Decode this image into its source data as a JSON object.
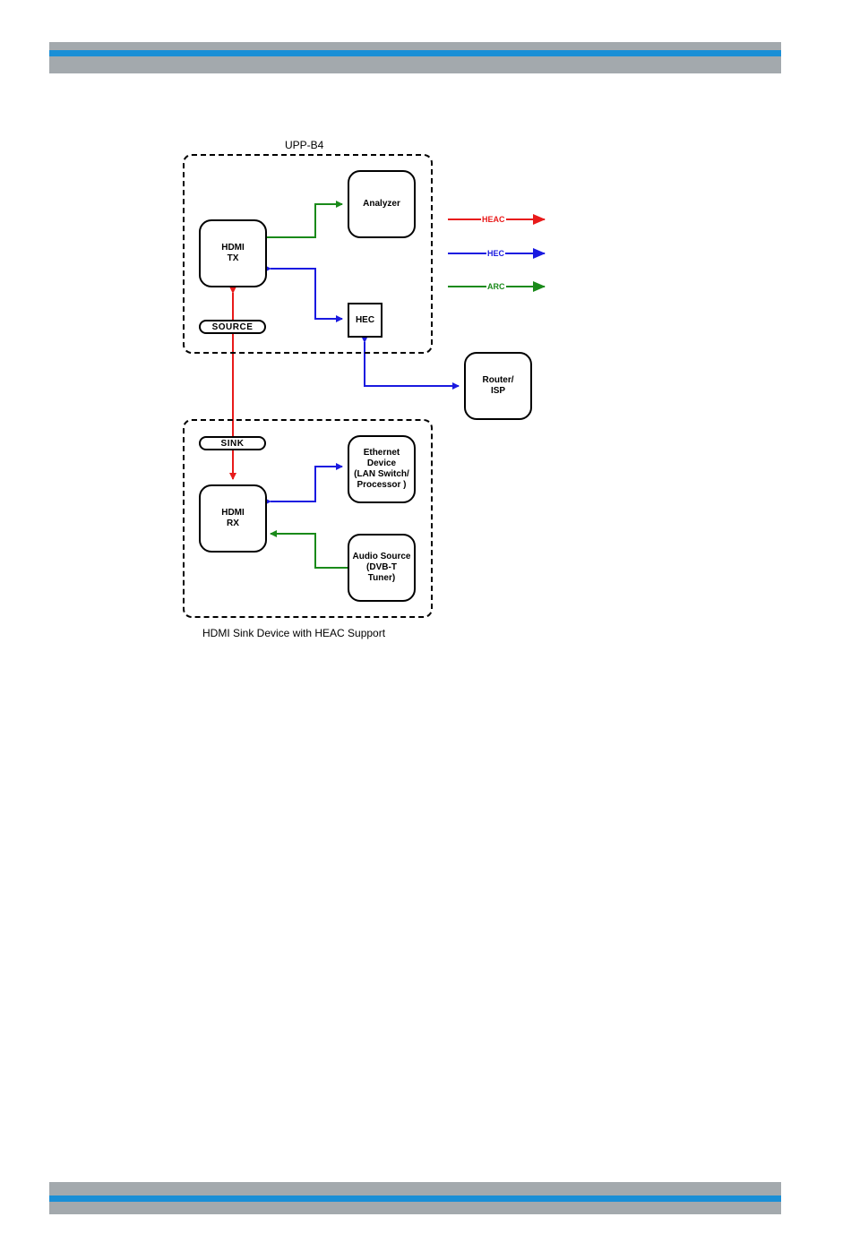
{
  "frames": {
    "upp_title": "UPP-B4",
    "sink_caption": "HDMI Sink Device with HEAC Support"
  },
  "nodes": {
    "analyzer": "Analyzer",
    "hdmi_tx": "HDMI\nTX",
    "hec": "HEC",
    "source": "SOURCE",
    "router": "Router/\nISP",
    "sink": "SINK",
    "hdmi_rx": "HDMI\nRX",
    "ethernet": "Ethernet\nDevice\n(LAN Switch/\nProcessor )",
    "audio_source": "Audio Source\n(DVB-T\nTuner)"
  },
  "legend": [
    {
      "label": "HEAC",
      "color": "#e81a1a"
    },
    {
      "label": "HEC",
      "color": "#1a1ae0"
    },
    {
      "label": "ARC",
      "color": "#1a8a1a"
    }
  ],
  "colors": {
    "heac": "#e81a1a",
    "hec": "#1a1ae0",
    "arc": "#1a8a1a",
    "header_gray": "#a3a9ad",
    "header_blue": "#1a8fd6"
  }
}
